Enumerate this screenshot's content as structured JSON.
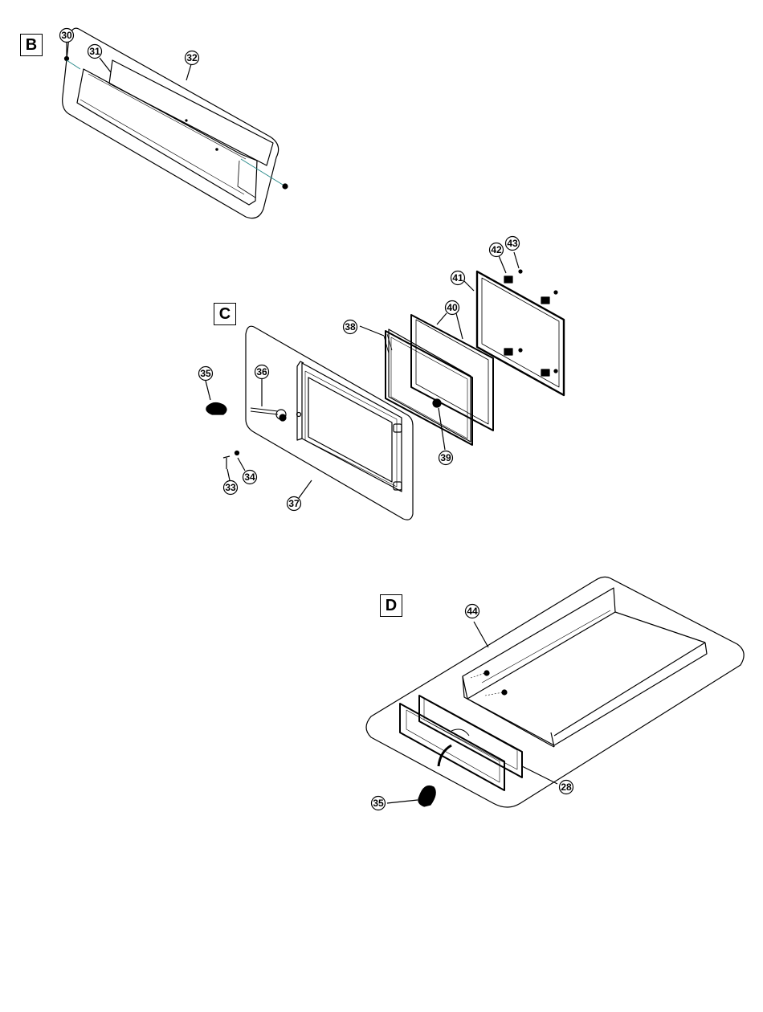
{
  "sections": {
    "B": "B",
    "C": "C",
    "D": "D"
  },
  "callouts": {
    "c30": "30",
    "c31": "31",
    "c32": "32",
    "c33": "33",
    "c34": "34",
    "c35a": "35",
    "c36": "36",
    "c37": "37",
    "c38": "38",
    "c39": "39",
    "c40": "40",
    "c41": "41",
    "c42": "42",
    "c43": "43",
    "c44": "44",
    "c28": "28",
    "c35b": "35"
  },
  "colors": {
    "line": "#000000",
    "leader_accent": "#2a8a8a"
  }
}
